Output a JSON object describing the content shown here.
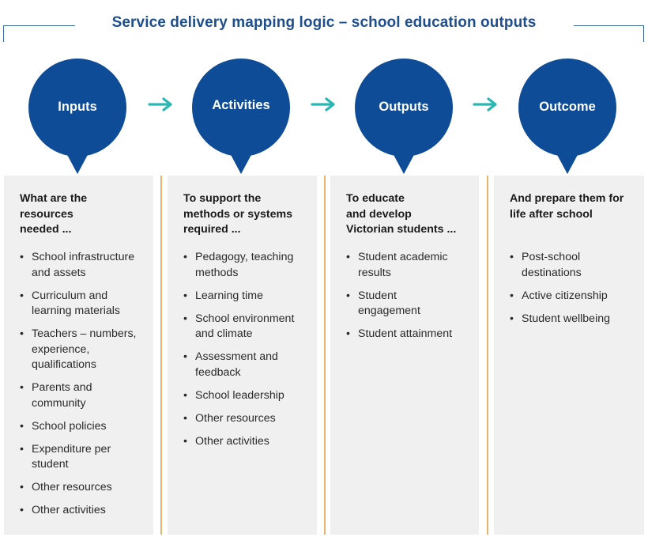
{
  "title": "Service delivery mapping logic – school education outputs",
  "colors": {
    "circle": "#0f4c97",
    "arrow": "#2bb7b1",
    "title": "#1f4e8c",
    "panel": "#f0f0f0",
    "divider": "#e8b36b"
  },
  "stages": [
    {
      "label": "Inputs",
      "heading": [
        "What are the",
        "resources",
        "needed ..."
      ],
      "items": [
        [
          "School infrastructure",
          "and assets"
        ],
        [
          "Curriculum and",
          "learning materials"
        ],
        [
          "Teachers – numbers,",
          "experience,",
          "qualifications"
        ],
        [
          "Parents and",
          "community"
        ],
        [
          "School policies"
        ],
        [
          "Expenditure per",
          "student"
        ],
        [
          "Other resources"
        ],
        [
          "Other activities"
        ]
      ]
    },
    {
      "label": "Activities",
      "heading": [
        "To support the",
        "methods or systems",
        "required ..."
      ],
      "items": [
        [
          "Pedagogy, teaching",
          "methods"
        ],
        [
          "Learning time"
        ],
        [
          "School environment",
          "and climate"
        ],
        [
          "Assessment and",
          "feedback"
        ],
        [
          "School leadership"
        ],
        [
          "Other resources"
        ],
        [
          "Other activities"
        ]
      ]
    },
    {
      "label": "Outputs",
      "heading": [
        "To educate",
        "and develop",
        "Victorian students ..."
      ],
      "items": [
        [
          "Student academic",
          "results"
        ],
        [
          "Student",
          "engagement"
        ],
        [
          "Student attainment"
        ]
      ]
    },
    {
      "label": "Outcome",
      "heading": [
        "And prepare them for",
        "life after school"
      ],
      "items": [
        [
          "Post-school",
          "destinations"
        ],
        [
          "Active citizenship"
        ],
        [
          "Student wellbeing"
        ]
      ]
    }
  ]
}
